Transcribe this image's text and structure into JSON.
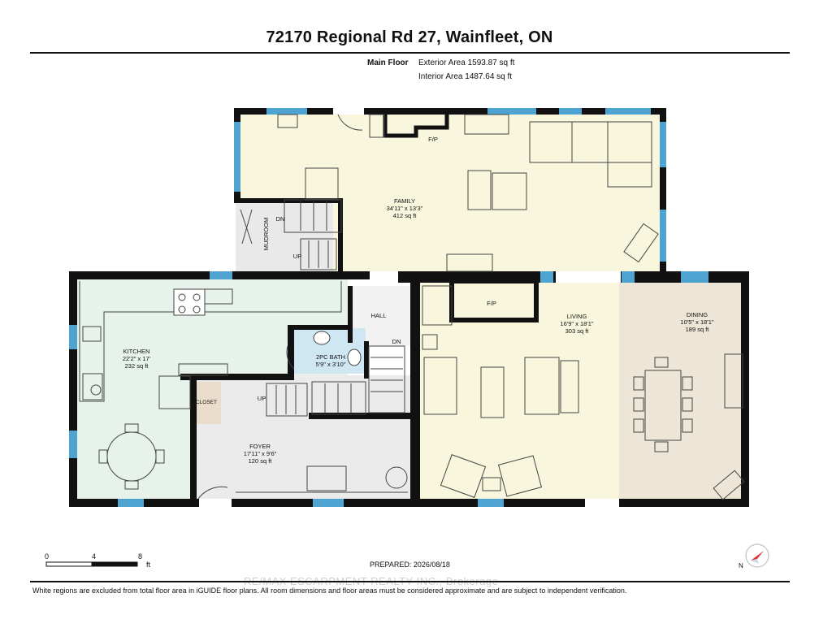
{
  "header": {
    "address": "72170 Regional Rd 27, Wainfleet, ON",
    "floor_label": "Main Floor",
    "exterior_area": "Exterior Area 1593.87 sq ft",
    "interior_area": "Interior Area 1487.64 sq ft"
  },
  "rooms": {
    "family": {
      "name": "FAMILY",
      "dims": "34'11\" x 13'3\"",
      "area": "412 sq ft"
    },
    "kitchen": {
      "name": "KITCHEN",
      "dims": "22'2\" x 17'",
      "area": "232 sq ft"
    },
    "living": {
      "name": "LIVING",
      "dims": "16'9\" x 18'1\"",
      "area": "303 sq ft"
    },
    "dining": {
      "name": "DINING",
      "dims": "10'5\" x 18'1\"",
      "area": "189 sq ft"
    },
    "foyer": {
      "name": "FOYER",
      "dims": "17'11\" x 9'6\"",
      "area": "120 sq ft"
    },
    "bath": {
      "name": "2PC BATH",
      "dims": "5'9\" x 3'10\""
    },
    "hall": {
      "name": "HALL"
    },
    "closet": {
      "name": "CLOSET"
    },
    "mudroom": {
      "name": "MUDROOM"
    }
  },
  "labels": {
    "fp_family": "F/P",
    "fp_living": "F/P",
    "dn1": "DN",
    "up1": "UP",
    "dn2": "DN",
    "up2": "UP"
  },
  "scale": {
    "t0": "0",
    "t4": "4",
    "t8": "8",
    "unit": "ft"
  },
  "compass": {
    "letter": "N"
  },
  "prepared": "PREPARED: 2026/08/18",
  "watermark": "RE/MAX ESCARPMENT REALTY INC., Brokerage",
  "disclaimer": "White regions are excluded from total floor area in iGUIDE floor plans. All room dimensions and floor areas must be considered approximate and are subject to independent verification.",
  "colors": {
    "family_fill": "#f8f6dc",
    "kitchen_fill": "#e6f2ea",
    "living_fill": "#f8f6dc",
    "dining_fill": "#ede6d6",
    "foyer_fill": "#ebebeb",
    "bath_fill": "#cfe6f3",
    "closet_fill": "#e9dccb",
    "wall": "#111111",
    "window": "#4fa3d1"
  }
}
